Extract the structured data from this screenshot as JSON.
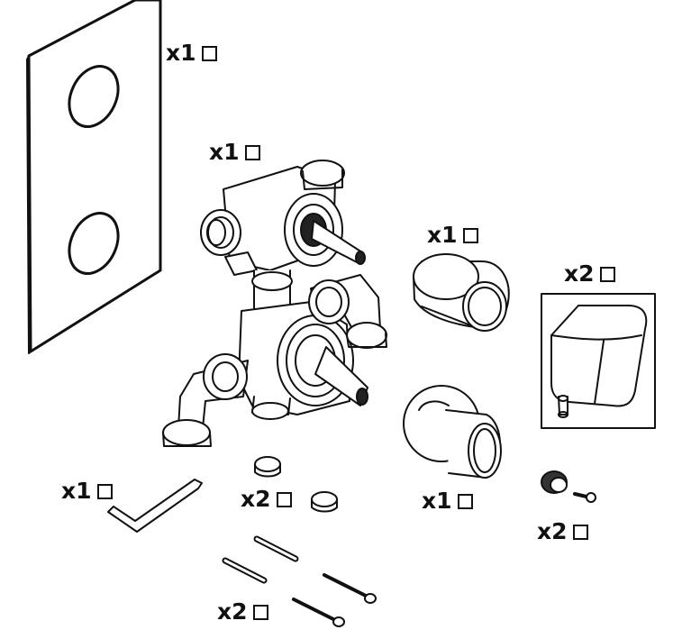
{
  "parts": [
    {
      "id": "faceplate",
      "qty": "x1"
    },
    {
      "id": "valve-body",
      "qty": "x1"
    },
    {
      "id": "shroud",
      "qty": "x1"
    },
    {
      "id": "handle",
      "qty": "x2"
    },
    {
      "id": "shroud-flange",
      "qty": "x1"
    },
    {
      "id": "allen-key",
      "qty": "x1"
    },
    {
      "id": "cover-caps",
      "qty": "x2"
    },
    {
      "id": "spline-adaptor",
      "qty": "x2"
    },
    {
      "id": "wall-plugs-screws",
      "qty": "x2"
    }
  ],
  "colors": {
    "line": "#111111",
    "background": "#ffffff"
  }
}
